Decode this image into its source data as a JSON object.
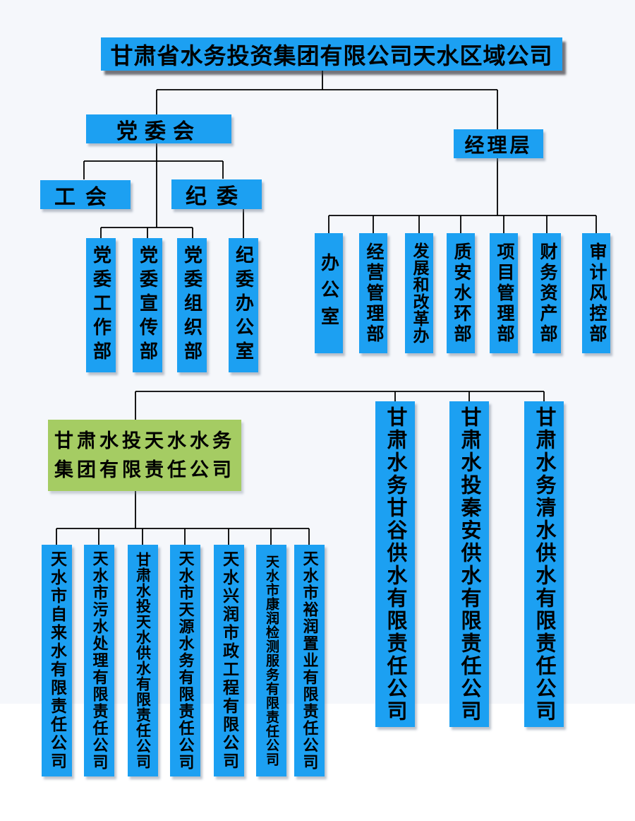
{
  "colors": {
    "background_upper": "#F5F7FB",
    "background_lower": "#FFFFFF",
    "box_blue": "#1CA0F2",
    "box_green": "#A5CC63",
    "connector_line": "#000000",
    "text": "#000000"
  },
  "root": {
    "label": "甘肃省水务投资集团有限公司天水区域公司"
  },
  "party": {
    "label": "党委会",
    "union_label": "工会",
    "discipline_label": "纪委",
    "departments": [
      "党委工作部",
      "党委宣传部",
      "党委组织部",
      "纪委办公室"
    ]
  },
  "management": {
    "label": "经理层",
    "departments": [
      "办公室",
      "经营管理部",
      "发展和改革办",
      "质安水环部",
      "项目管理部",
      "财务资产部",
      "审计风控部"
    ]
  },
  "group": {
    "label_line1": "甘肃水投天水水务",
    "label_line2": "集团有限责任公司",
    "companies": [
      "天水市自来水有限责任公司",
      "天水市污水处理有限责任公司",
      "甘肃水投天水供水有限责任公司",
      "天水市天源水务有限责任公司",
      "天水兴润市政工程有限公司",
      "天水市康润检测服务有限责任公司",
      "天水市裕润置业有限责任公司"
    ]
  },
  "regional_companies": [
    "甘肃水务甘谷供水有限责任公司",
    "甘肃水投秦安供水有限责任公司",
    "甘肃水务清水供水有限责任公司"
  ]
}
